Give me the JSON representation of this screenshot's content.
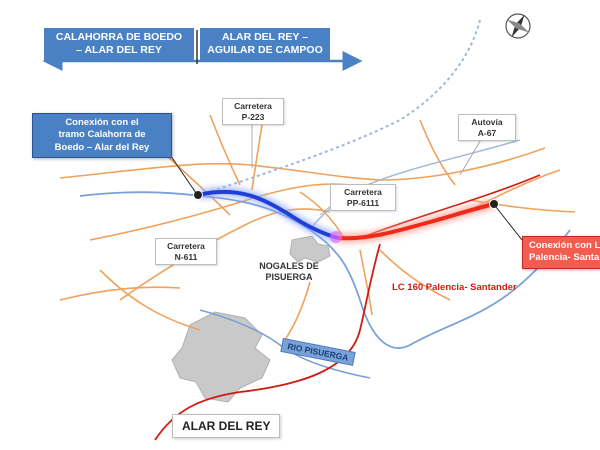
{
  "banners": {
    "left": [
      "CALAHORRA DE BOEDO",
      "– ALAR DEL REY"
    ],
    "right": [
      "ALAR DEL REY –",
      "AGUILAR DE CAMPOO"
    ]
  },
  "road_labels": {
    "p223": [
      "Carretera",
      "P-223"
    ],
    "a67": [
      "Autovía",
      "A-67"
    ],
    "pp6111": [
      "Carretera",
      "PP-6111"
    ],
    "n611": [
      "Carretera",
      "N-611"
    ]
  },
  "callouts": {
    "left": [
      "Conexión con el",
      "tramo Calahorra de",
      "Boedo – Alar del Rey"
    ],
    "right": [
      "Conexión con L",
      "Palencia- Santa"
    ]
  },
  "places": {
    "nogales": [
      "NOGALES DE",
      "PISUERGA"
    ],
    "alar": "ALAR DEL REY"
  },
  "river_label": "RIO PISUERGA",
  "rail_label": "LC 160 Palencia- Santander",
  "compass_icon": "compass-icon",
  "colors": {
    "banner": "#4a80c4",
    "blue_section": "#1f3fd6",
    "red_section": "#f02a1a",
    "roads": "#f0a15a",
    "river": "#7aa2d6",
    "rail": "#d11b12",
    "callout_red": "#f25d4f"
  }
}
